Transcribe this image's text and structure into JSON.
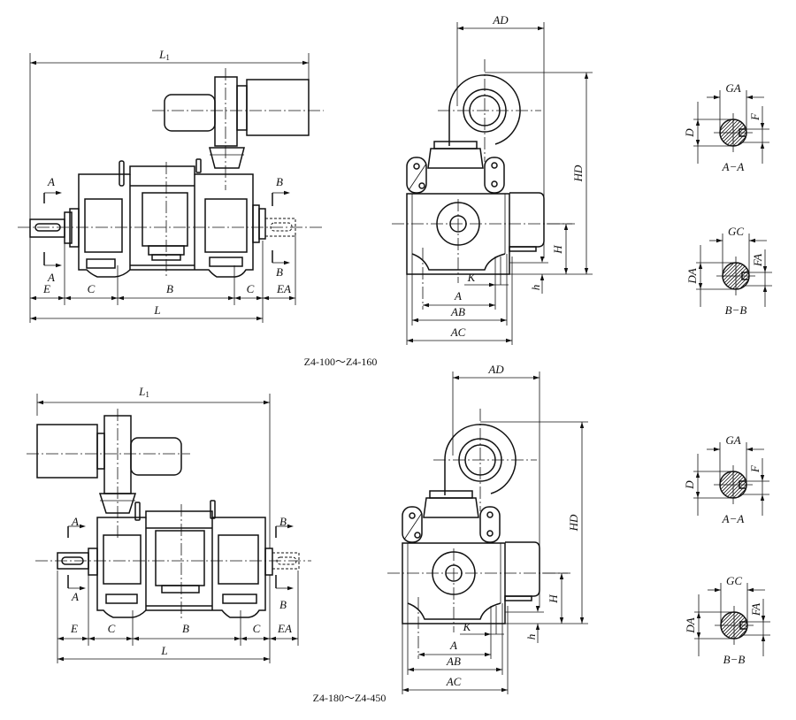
{
  "figures": [
    {
      "caption": "Z4-100～Z4-160",
      "side_view": {
        "L1_main": "L",
        "L1_sub": "1",
        "section_a_top": "A",
        "section_a_bottom": "A",
        "section_b_top": "B",
        "section_b_bottom": "B",
        "E": "E",
        "C_left": "C",
        "B": "B",
        "C_right": "C",
        "EA": "EA",
        "L": "L"
      },
      "front_view": {
        "AD": "AD",
        "HD": "HD",
        "H": "H",
        "h": "h",
        "K": "K",
        "A": "A",
        "AB": "AB",
        "AC": "AC"
      },
      "section_aa": {
        "GA": "GA",
        "F": "F",
        "D": "D",
        "title": "A−A"
      },
      "section_bb": {
        "GC": "GC",
        "FA": "FA",
        "DA": "DA",
        "title": "B−B"
      }
    },
    {
      "caption": "Z4-180～Z4-450",
      "side_view": {
        "L1_main": "L",
        "L1_sub": "1",
        "section_a_top": "A",
        "section_a_bottom": "A",
        "section_b_top": "B",
        "section_b_bottom": "B",
        "E": "E",
        "C_left": "C",
        "B": "B",
        "C_right": "C",
        "EA": "EA",
        "L": "L"
      },
      "front_view": {
        "AD": "AD",
        "HD": "HD",
        "H": "H",
        "h": "h",
        "K": "K",
        "A": "A",
        "AB": "AB",
        "AC": "AC"
      },
      "section_aa": {
        "GA": "GA",
        "F": "F",
        "D": "D",
        "title": "A−A"
      },
      "section_bb": {
        "GC": "GC",
        "FA": "FA",
        "DA": "DA",
        "title": "B−B"
      }
    }
  ]
}
